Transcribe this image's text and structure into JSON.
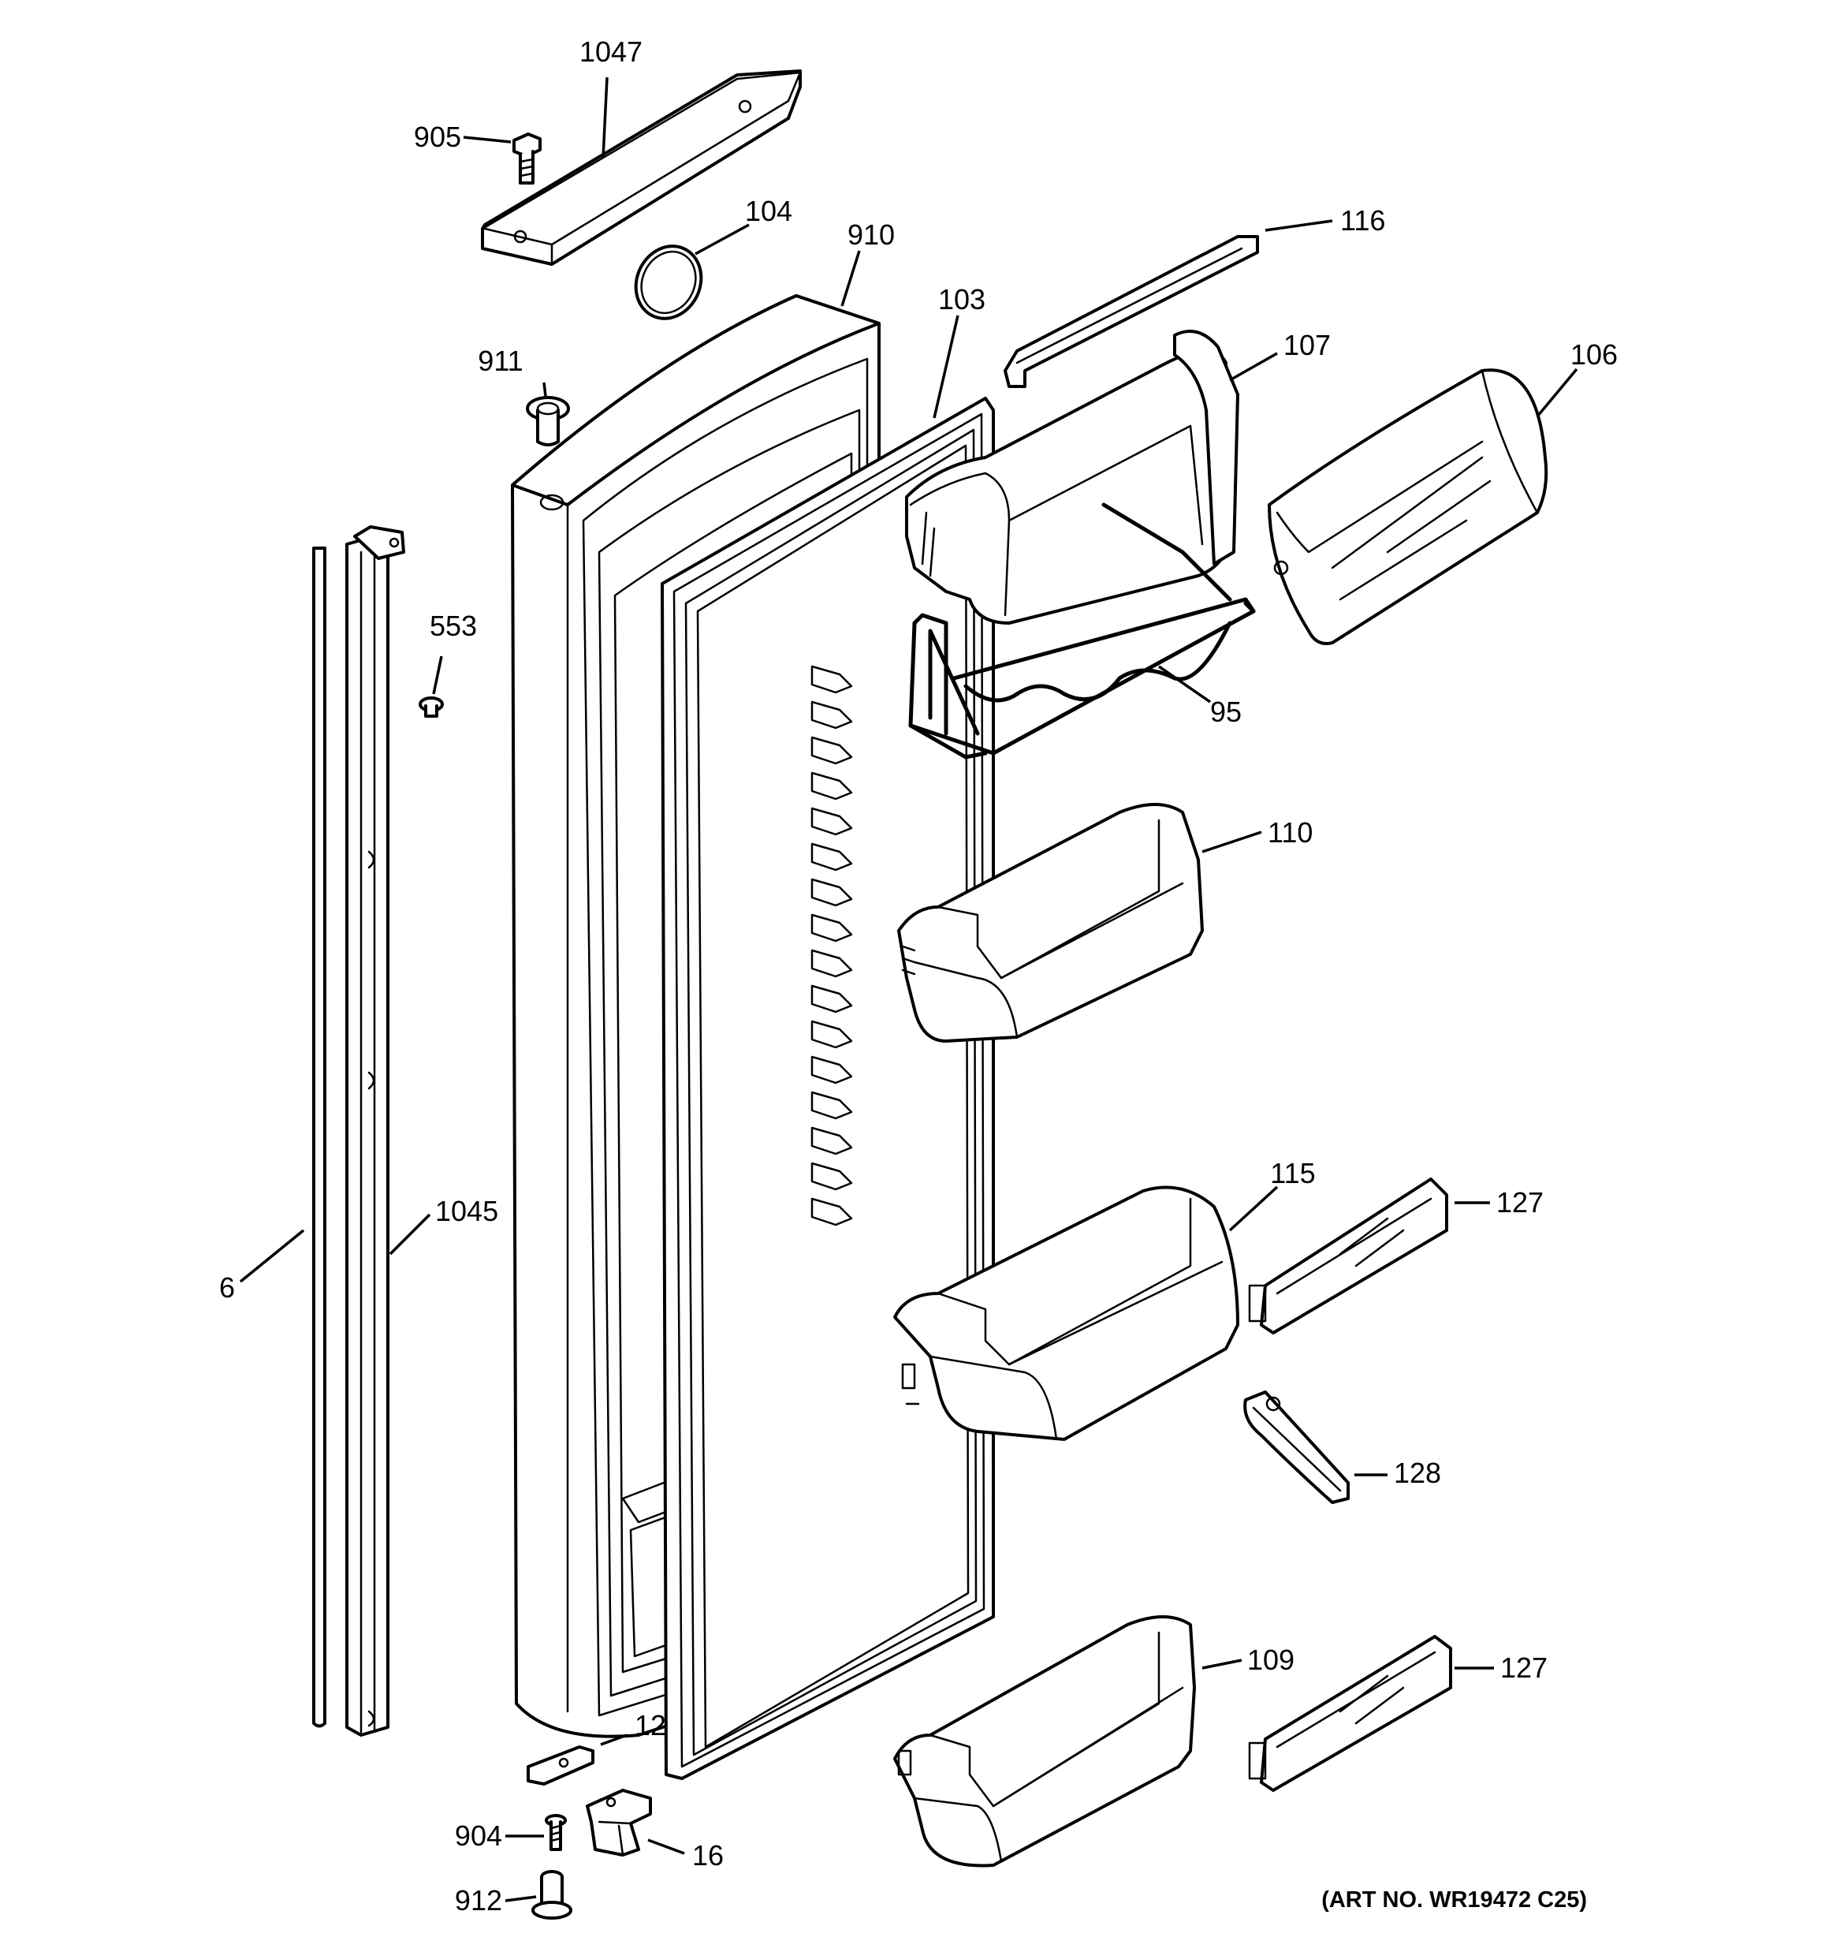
{
  "diagram": {
    "art_number": "(ART NO. WR19472 C25)",
    "callouts": {
      "c1047": "1047",
      "c905": "905",
      "c104": "104",
      "c910": "910",
      "c103": "103",
      "c116": "116",
      "c107": "107",
      "c106": "106",
      "c911": "911",
      "c553": "553",
      "c95": "95",
      "c110": "110",
      "c6": "6",
      "c1045": "1045",
      "c115": "115",
      "c127a": "127",
      "c128": "128",
      "c109": "109",
      "c127b": "127",
      "c12": "12",
      "c904": "904",
      "c16": "16",
      "c912": "912"
    }
  }
}
